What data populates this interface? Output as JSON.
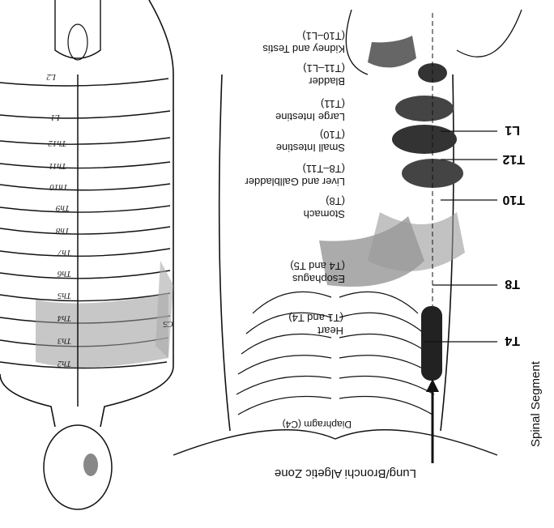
{
  "figure": {
    "rotation": "180deg (image shown upside-down)",
    "left_panel_title": "Dermatomes (posterior view)",
    "right_panel_title": "Visceral referred pain zones"
  },
  "dermatome_labels": [
    "L2",
    "L1",
    "Th12",
    "Th11",
    "Th10",
    "Th9",
    "Th8",
    "Th7",
    "Th6",
    "Th5",
    "Th4",
    "Th3",
    "Th2",
    "C5"
  ],
  "segment_labels": [
    "T4",
    "T8",
    "T10",
    "T12",
    "L1"
  ],
  "captions": {
    "spinal_segment": "Spinal Segment",
    "lung_zone": "Lung/Bronchi Algetic Zone",
    "diaphragm": "Diaphragm (C4)"
  },
  "organs": [
    {
      "name": "Heart",
      "segments": "(T1 and T4)"
    },
    {
      "name": "Esophagus",
      "segments": "(T4 and T5)"
    },
    {
      "name": "Stomach",
      "segments": "(T8)"
    },
    {
      "name": "Liver and Gallbladder",
      "segments": "(T8–T11)"
    },
    {
      "name": "Small Intestine",
      "segments": "(T10)"
    },
    {
      "name": "Large Intestine",
      "segments": "(T11)"
    },
    {
      "name": "Bladder",
      "segments": "(T11–L1)"
    },
    {
      "name": "Kidney and Testis",
      "segments": "(T10–L1)"
    }
  ],
  "colors": {
    "ink": "#111111",
    "zone": "#777777",
    "zone_dark": "#444444",
    "paper": "#ffffff"
  }
}
